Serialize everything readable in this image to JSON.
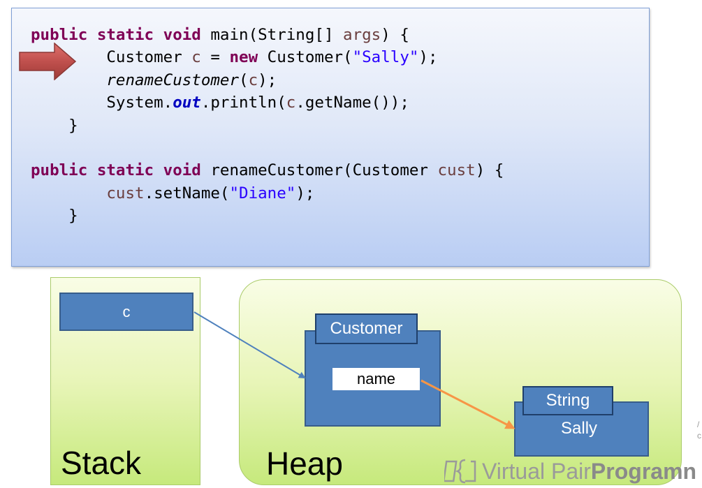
{
  "code": {
    "lines": [
      [
        {
          "t": "public static void",
          "c": "kw"
        },
        {
          "t": " main(String[] "
        },
        {
          "t": "args",
          "c": "var"
        },
        {
          "t": ") {"
        }
      ],
      [
        {
          "t": "        Customer "
        },
        {
          "t": "c",
          "c": "var"
        },
        {
          "t": " = "
        },
        {
          "t": "new",
          "c": "kw"
        },
        {
          "t": " Customer("
        },
        {
          "t": "\"Sally\"",
          "c": "str"
        },
        {
          "t": ");"
        }
      ],
      [
        {
          "t": "        "
        },
        {
          "t": "renameCustomer",
          "c": "it"
        },
        {
          "t": "("
        },
        {
          "t": "c",
          "c": "var"
        },
        {
          "t": ");"
        }
      ],
      [
        {
          "t": "        System."
        },
        {
          "t": "out",
          "c": "static-field"
        },
        {
          "t": ".println("
        },
        {
          "t": "c",
          "c": "var"
        },
        {
          "t": ".getName());"
        }
      ],
      [
        {
          "t": "    }"
        }
      ],
      [
        {
          "t": ""
        }
      ],
      [
        {
          "t": "public static void",
          "c": "kw"
        },
        {
          "t": " renameCustomer(Customer "
        },
        {
          "t": "cust",
          "c": "var"
        },
        {
          "t": ") {"
        }
      ],
      [
        {
          "t": "        "
        },
        {
          "t": "cust",
          "c": "var"
        },
        {
          "t": ".setName("
        },
        {
          "t": "\"Diane\"",
          "c": "str"
        },
        {
          "t": ");"
        }
      ],
      [
        {
          "t": "    }"
        }
      ]
    ],
    "current_line_indicator": "right-arrow"
  },
  "stack": {
    "label": "Stack",
    "variables": [
      {
        "name": "c"
      }
    ]
  },
  "heap": {
    "label": "Heap",
    "objects": [
      {
        "type": "Customer",
        "fields": [
          {
            "name": "name"
          }
        ]
      },
      {
        "type": "String",
        "value": "Sally"
      }
    ]
  },
  "watermark": {
    "text_light": "Virtual Pair ",
    "text_bold": "Programn",
    "side_cut_1": "/",
    "side_cut_2": "c"
  },
  "colors": {
    "object_fill": "#4f81bd",
    "reference_arrow": "#4f81bd",
    "field_arrow": "#f79646",
    "pointer_arrow": "#c0504d",
    "keyword": "#7f0055",
    "string_literal": "#2a00ff"
  }
}
